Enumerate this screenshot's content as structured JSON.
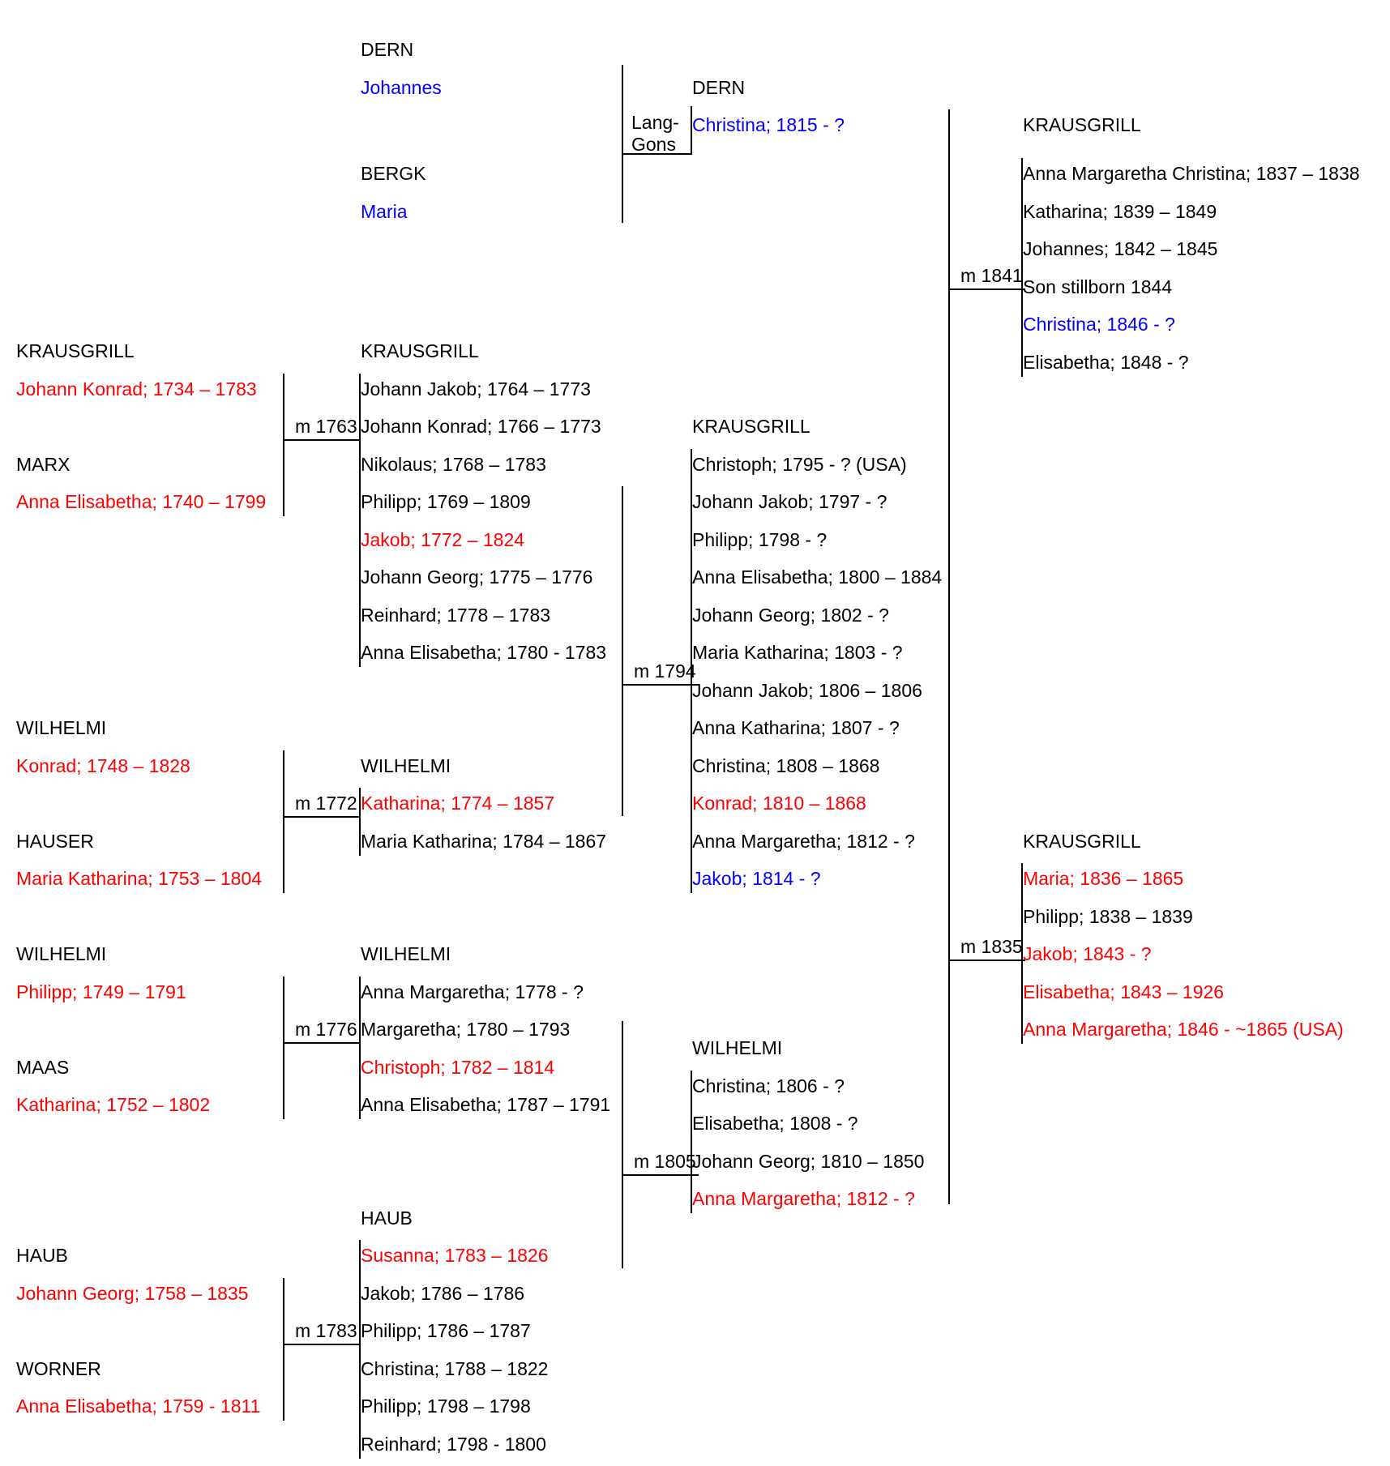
{
  "colors": {
    "red": "#ff0000",
    "blue": "#0000ff",
    "black": "#000000"
  },
  "dern_family": {
    "father_surname": "DERN",
    "father": {
      "text": "Johannes",
      "color": "blue"
    },
    "mother_surname": "BERGK",
    "mother": {
      "text": "Maria",
      "color": "blue"
    },
    "place_label": "Lang-\nGons",
    "child_surname": "DERN",
    "child": {
      "text": "Christina; 1815 - ?",
      "color": "blue"
    }
  },
  "families": [
    {
      "father_surname": "KRAUSGRILL",
      "father": {
        "text": "Johann Konrad; 1734 – 1783",
        "color": "red"
      },
      "mother_surname": "MARX",
      "mother": {
        "text": "Anna Elisabetha; 1740 – 1799",
        "color": "red"
      },
      "marriage": "m 1763",
      "children_surname": "KRAUSGRILL",
      "children": [
        {
          "text": "Johann Jakob; 1764 – 1773",
          "color": "black"
        },
        {
          "text": "Johann Konrad; 1766 – 1773",
          "color": "black"
        },
        {
          "text": "Nikolaus; 1768 – 1783",
          "color": "black"
        },
        {
          "text": "Philipp; 1769 – 1809",
          "color": "black"
        },
        {
          "text": "Jakob; 1772 – 1824",
          "color": "red"
        },
        {
          "text": "Johann Georg; 1775 – 1776",
          "color": "black"
        },
        {
          "text": "Reinhard; 1778 – 1783",
          "color": "black"
        },
        {
          "text": "Anna Elisabetha; 1780 - 1783",
          "color": "black"
        }
      ]
    },
    {
      "father_surname": "WILHELMI",
      "father": {
        "text": "Konrad; 1748 – 1828",
        "color": "red"
      },
      "mother_surname": "HAUSER",
      "mother": {
        "text": "Maria Katharina; 1753 – 1804",
        "color": "red"
      },
      "marriage": "m 1772",
      "children_surname": "WILHELMI",
      "children": [
        {
          "text": "Katharina; 1774 – 1857",
          "color": "red"
        },
        {
          "text": "Maria Katharina; 1784 – 1867",
          "color": "black"
        }
      ]
    },
    {
      "father_surname": "WILHELMI",
      "father": {
        "text": "Philipp; 1749 – 1791",
        "color": "red"
      },
      "mother_surname": "MAAS",
      "mother": {
        "text": "Katharina; 1752 – 1802",
        "color": "red"
      },
      "marriage": "m 1776",
      "children_surname": "WILHELMI",
      "children": [
        {
          "text": "Anna Margaretha; 1778 - ?",
          "color": "black"
        },
        {
          "text": "Margaretha; 1780 – 1793",
          "color": "black"
        },
        {
          "text": "Christoph; 1782 – 1814",
          "color": "red"
        },
        {
          "text": "Anna Elisabetha; 1787 – 1791",
          "color": "black"
        }
      ]
    },
    {
      "father_surname": "HAUB",
      "father": {
        "text": "Johann Georg; 1758 – 1835",
        "color": "red"
      },
      "mother_surname": "WORNER",
      "mother": {
        "text": "Anna Elisabetha; 1759 - 1811",
        "color": "red"
      },
      "marriage": "m 1783",
      "children_surname": "HAUB",
      "children": [
        {
          "text": "Susanna; 1783 – 1826",
          "color": "red"
        },
        {
          "text": "Jakob; 1786 – 1786",
          "color": "black"
        },
        {
          "text": "Philipp; 1786 – 1787",
          "color": "black"
        },
        {
          "text": "Christina; 1788 – 1822",
          "color": "black"
        },
        {
          "text": "Philipp; 1798 – 1798",
          "color": "black"
        },
        {
          "text": "Reinhard; 1798 - 1800",
          "color": "black"
        }
      ]
    }
  ],
  "middle_families": [
    {
      "marriage": "m 1794",
      "children_surname": "KRAUSGRILL",
      "children": [
        {
          "text": "Christoph; 1795 - ? (USA)",
          "color": "black"
        },
        {
          "text": "Johann Jakob; 1797 - ?",
          "color": "black"
        },
        {
          "text": "Philipp; 1798 - ?",
          "color": "black"
        },
        {
          "text": "Anna Elisabetha; 1800 – 1884",
          "color": "black"
        },
        {
          "text": "Johann Georg; 1802 - ?",
          "color": "black"
        },
        {
          "text": "Maria Katharina; 1803 - ?",
          "color": "black"
        },
        {
          "text": "Johann Jakob; 1806 – 1806",
          "color": "black"
        },
        {
          "text": "Anna Katharina; 1807 - ?",
          "color": "black"
        },
        {
          "text": "Christina; 1808 – 1868",
          "color": "black"
        },
        {
          "text": "Konrad; 1810 – 1868",
          "color": "red"
        },
        {
          "text": "Anna Margaretha; 1812 - ?",
          "color": "black"
        },
        {
          "text": "Jakob; 1814 - ?",
          "color": "blue"
        }
      ]
    },
    {
      "marriage": "m 1805",
      "children_surname": "WILHELMI",
      "children": [
        {
          "text": "Christina; 1806 - ?",
          "color": "black"
        },
        {
          "text": "Elisabetha; 1808 - ?",
          "color": "black"
        },
        {
          "text": "Johann Georg; 1810 – 1850",
          "color": "black"
        },
        {
          "text": "Anna Margaretha; 1812 - ?",
          "color": "red"
        }
      ]
    }
  ],
  "right_families": [
    {
      "marriage": "m 1841",
      "children_surname": "KRAUSGRILL",
      "children": [
        {
          "text": "Anna Margaretha Christina; 1837 – 1838",
          "color": "black"
        },
        {
          "text": "Katharina; 1839 – 1849",
          "color": "black"
        },
        {
          "text": "Johannes; 1842 – 1845",
          "color": "black"
        },
        {
          "text": "Son stillborn 1844",
          "color": "black"
        },
        {
          "text": "Christina; 1846 - ?",
          "color": "blue"
        },
        {
          "text": "Elisabetha; 1848 - ?",
          "color": "black"
        }
      ]
    },
    {
      "marriage": "m 1835",
      "children_surname": "KRAUSGRILL",
      "children": [
        {
          "text": "Maria; 1836 – 1865",
          "color": "red"
        },
        {
          "text": "Philipp; 1838 – 1839",
          "color": "black"
        },
        {
          "text": "Jakob; 1843 - ?",
          "color": "red"
        },
        {
          "text": "Elisabetha; 1843 – 1926",
          "color": "red"
        },
        {
          "text": "Anna Margaretha; 1846 - ~1865 (USA)",
          "color": "red"
        }
      ]
    }
  ]
}
